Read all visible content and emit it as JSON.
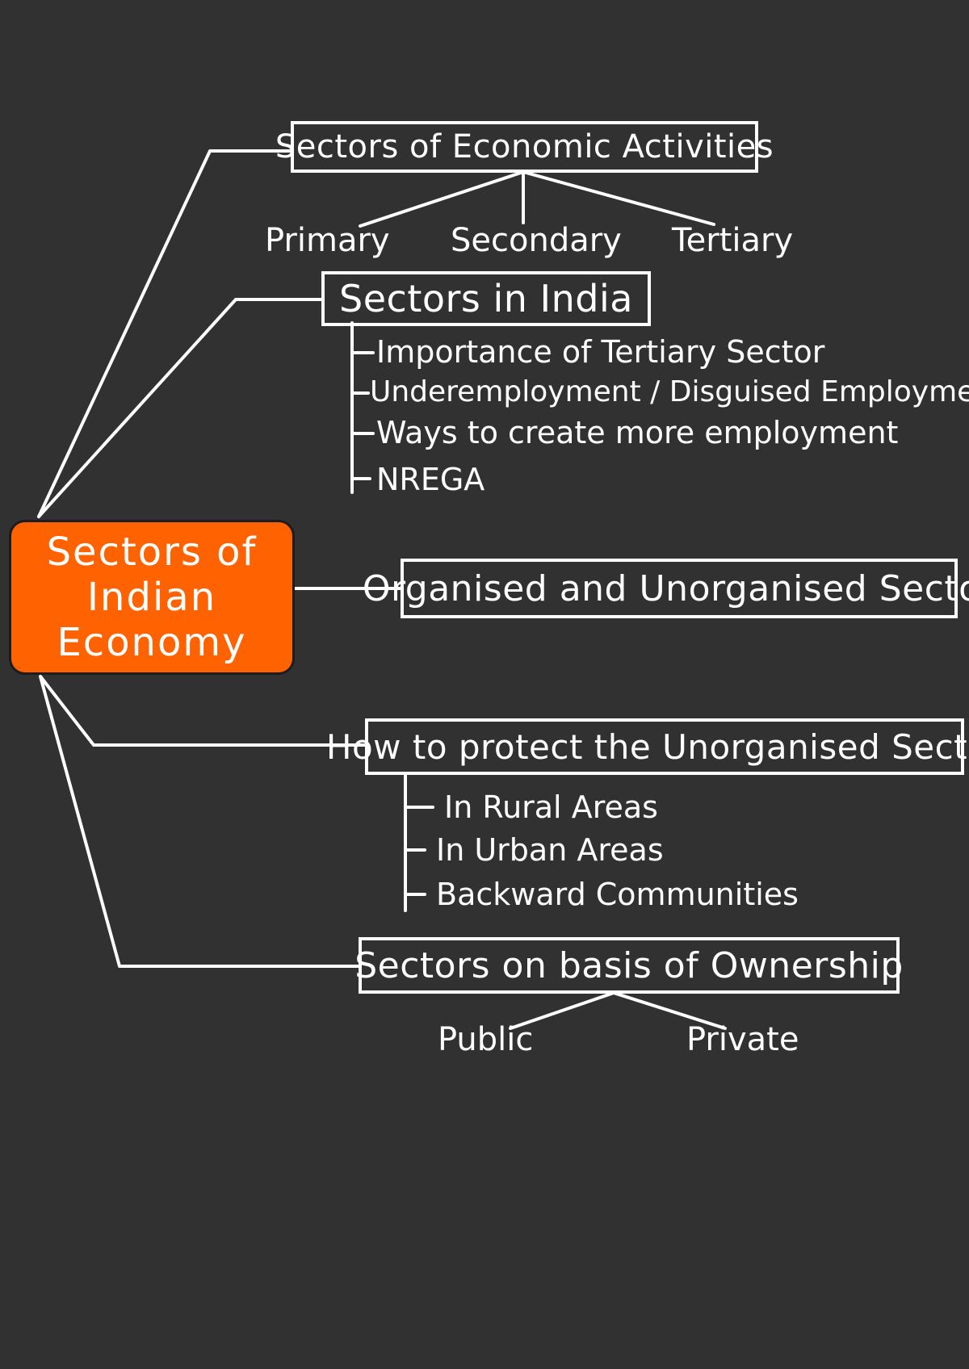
{
  "central": {
    "line1": "Sectors of",
    "line2": "Indian",
    "line3": "Economy"
  },
  "branches": {
    "economic_activities": {
      "title": "Sectors of Economic Activities",
      "children": [
        "Primary",
        "Secondary",
        "Tertiary"
      ]
    },
    "sectors_india": {
      "title": "Sectors in India",
      "items": [
        "Importance of Tertiary Sector",
        "Underemployment / Disguised Employment",
        "Ways to create more employment",
        "NREGA"
      ]
    },
    "organised": {
      "title": "Organised and Unorganised Sector"
    },
    "protect": {
      "title": "How to protect the Unorganised Sector",
      "items": [
        "In Rural Areas",
        "In Urban Areas",
        "Backward Communities"
      ]
    },
    "ownership": {
      "title": "Sectors on basis of Ownership",
      "children": [
        "Public",
        "Private"
      ]
    }
  },
  "colors": {
    "background": "#313131",
    "central_fill": "#ff6200",
    "line": "#ffffff",
    "text": "#ffffff"
  }
}
